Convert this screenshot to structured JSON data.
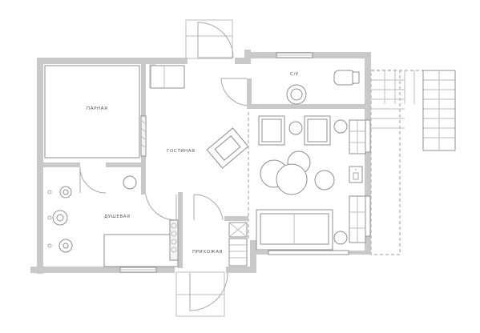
{
  "rooms": {
    "steam_room": "ПАРНАЯ",
    "living_room": "ГОСТИНАЯ",
    "shower_room": "ДУШЕВАЯ",
    "bathroom": "С/У",
    "hallway": "ПРИХОЖАЯ"
  }
}
